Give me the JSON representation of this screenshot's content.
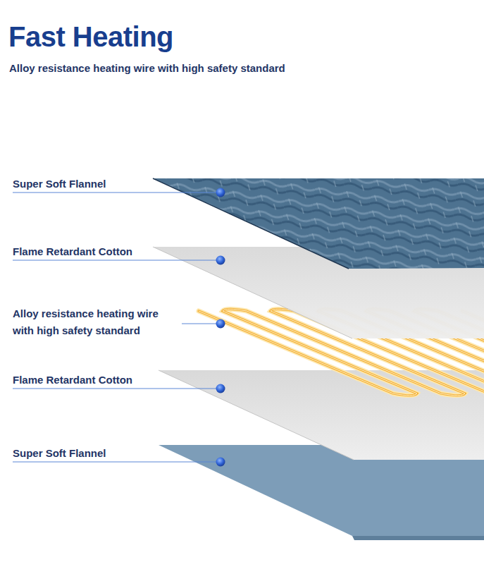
{
  "diagram": {
    "title": "Fast Heating",
    "labels": [
      "Alloy resistance heating wire with high safety standard",
      "Super Soft Flannel",
      "Flame Retardant Cotton",
      "Alloy resistance heating wire with high safety standard",
      "Flame Retardant Cotton",
      "Super Soft Flannel"
    ]
  }
}
